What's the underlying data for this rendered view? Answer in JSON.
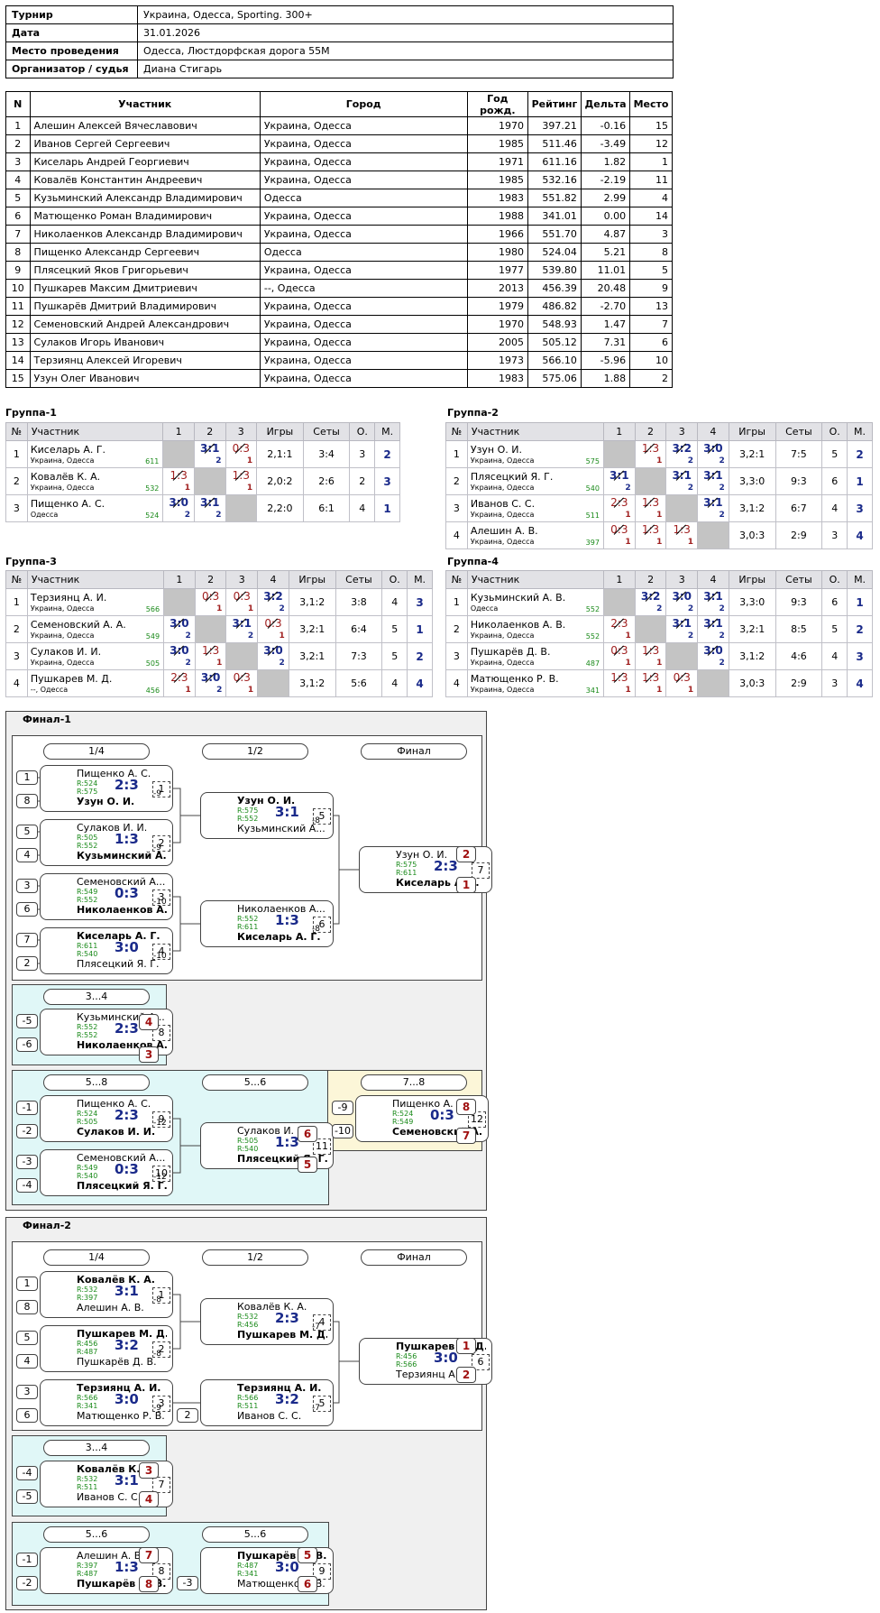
{
  "info": [
    {
      "k": "Турнир",
      "v": "Украина, Одесса, Sporting. 300+"
    },
    {
      "k": "Дата",
      "v": "31.01.2026"
    },
    {
      "k": "Место проведения",
      "v": "Одесса, Люстдорфская дорога 55М"
    },
    {
      "k": "Организатор / судья",
      "v": "Диана Стигарь"
    }
  ],
  "participants": {
    "headers": [
      "N",
      "Участник",
      "Город",
      "Год рожд.",
      "Рейтинг",
      "Дельта",
      "Место"
    ],
    "rows": [
      [
        "1",
        "Алешин Алексей Вячеславович",
        "Украина, Одесса",
        "1970",
        "397.21",
        "-0.16",
        "15"
      ],
      [
        "2",
        "Иванов Сергей Сергеевич",
        "Украина, Одесса",
        "1985",
        "511.46",
        "-3.49",
        "12"
      ],
      [
        "3",
        "Киселарь Андрей Георгиевич",
        "Украина, Одесса",
        "1971",
        "611.16",
        "1.82",
        "1"
      ],
      [
        "4",
        "Ковалёв Константин Андреевич",
        "Украина, Одесса",
        "1985",
        "532.16",
        "-2.19",
        "11"
      ],
      [
        "5",
        "Кузьминский Александр Владимирович",
        "Одесса",
        "1983",
        "551.82",
        "2.99",
        "4"
      ],
      [
        "6",
        "Матющенко Роман Владимирович",
        "Украина, Одесса",
        "1988",
        "341.01",
        "0.00",
        "14"
      ],
      [
        "7",
        "Николаенков Александр Владимирович",
        "Украина, Одесса",
        "1966",
        "551.70",
        "4.87",
        "3"
      ],
      [
        "8",
        "Пищенко Александр Сергеевич",
        "Одесса",
        "1980",
        "524.04",
        "5.21",
        "8"
      ],
      [
        "9",
        "Плясецкий Яков Григорьевич",
        "Украина, Одесса",
        "1977",
        "539.80",
        "11.01",
        "5"
      ],
      [
        "10",
        "Пушкарев Максим Дмитриевич",
        "--, Одесса",
        "2013",
        "456.39",
        "20.48",
        "9"
      ],
      [
        "11",
        "Пушкарёв Дмитрий Владимирович",
        "Украина, Одесса",
        "1979",
        "486.82",
        "-2.70",
        "13"
      ],
      [
        "12",
        "Семеновский Андрей Александрович",
        "Украина, Одесса",
        "1970",
        "548.93",
        "1.47",
        "7"
      ],
      [
        "13",
        "Сулаков Игорь Иванович",
        "Украина, Одесса",
        "2005",
        "505.12",
        "7.31",
        "6"
      ],
      [
        "14",
        "Терзиянц Алексей Игоревич",
        "Украина, Одесса",
        "1973",
        "566.10",
        "-5.96",
        "10"
      ],
      [
        "15",
        "Узун Олег Иванович",
        "Украина, Одесса",
        "1983",
        "575.06",
        "1.88",
        "2"
      ]
    ]
  },
  "group_headers": {
    "no": "№",
    "name": "Участник",
    "games": "Игры",
    "sets": "Сеты",
    "pts": "О.",
    "place": "М."
  },
  "groups": [
    {
      "title": "Группа-1",
      "players": [
        {
          "n": "1",
          "name": "Киселарь А. Г.",
          "city": "Украина, Одесса",
          "r": "611",
          "cells": [
            null,
            [
              "3:1",
              "2",
              "w"
            ],
            [
              "0:3",
              "1",
              "l"
            ]
          ],
          "games": "2,1:1",
          "sets": "3:4",
          "pts": "3",
          "place": "2"
        },
        {
          "n": "2",
          "name": "Ковалёв К. А.",
          "city": "Украина, Одесса",
          "r": "532",
          "cells": [
            [
              "1:3",
              "1",
              "l"
            ],
            null,
            [
              "1:3",
              "1",
              "l"
            ]
          ],
          "games": "2,0:2",
          "sets": "2:6",
          "pts": "2",
          "place": "3"
        },
        {
          "n": "3",
          "name": "Пищенко А. С.",
          "city": "Одесса",
          "r": "524",
          "cells": [
            [
              "3:0",
              "2",
              "w"
            ],
            [
              "3:1",
              "2",
              "w"
            ],
            null
          ],
          "games": "2,2:0",
          "sets": "6:1",
          "pts": "4",
          "place": "1"
        }
      ]
    },
    {
      "title": "Группа-2",
      "players": [
        {
          "n": "1",
          "name": "Узун О. И.",
          "city": "Украина, Одесса",
          "r": "575",
          "cells": [
            null,
            [
              "1:3",
              "1",
              "l"
            ],
            [
              "3:2",
              "2",
              "w"
            ],
            [
              "3:0",
              "2",
              "w"
            ]
          ],
          "games": "3,2:1",
          "sets": "7:5",
          "pts": "5",
          "place": "2"
        },
        {
          "n": "2",
          "name": "Плясецкий Я. Г.",
          "city": "Украина, Одесса",
          "r": "540",
          "cells": [
            [
              "3:1",
              "2",
              "w"
            ],
            null,
            [
              "3:1",
              "2",
              "w"
            ],
            [
              "3:1",
              "2",
              "w"
            ]
          ],
          "games": "3,3:0",
          "sets": "9:3",
          "pts": "6",
          "place": "1"
        },
        {
          "n": "3",
          "name": "Иванов С. С.",
          "city": "Украина, Одесса",
          "r": "511",
          "cells": [
            [
              "2:3",
              "1",
              "l"
            ],
            [
              "1:3",
              "1",
              "l"
            ],
            null,
            [
              "3:1",
              "2",
              "w"
            ]
          ],
          "games": "3,1:2",
          "sets": "6:7",
          "pts": "4",
          "place": "3"
        },
        {
          "n": "4",
          "name": "Алешин А. В.",
          "city": "Украина, Одесса",
          "r": "397",
          "cells": [
            [
              "0:3",
              "1",
              "l"
            ],
            [
              "1:3",
              "1",
              "l"
            ],
            [
              "1:3",
              "1",
              "l"
            ],
            null
          ],
          "games": "3,0:3",
          "sets": "2:9",
          "pts": "3",
          "place": "4"
        }
      ]
    },
    {
      "title": "Группа-3",
      "players": [
        {
          "n": "1",
          "name": "Терзиянц А. И.",
          "city": "Украина, Одесса",
          "r": "566",
          "cells": [
            null,
            [
              "0:3",
              "1",
              "l"
            ],
            [
              "0:3",
              "1",
              "l"
            ],
            [
              "3:2",
              "2",
              "w"
            ]
          ],
          "games": "3,1:2",
          "sets": "3:8",
          "pts": "4",
          "place": "3"
        },
        {
          "n": "2",
          "name": "Семеновский А. А.",
          "city": "Украина, Одесса",
          "r": "549",
          "cells": [
            [
              "3:0",
              "2",
              "w"
            ],
            null,
            [
              "3:1",
              "2",
              "w"
            ],
            [
              "0:3",
              "1",
              "l"
            ]
          ],
          "games": "3,2:1",
          "sets": "6:4",
          "pts": "5",
          "place": "1"
        },
        {
          "n": "3",
          "name": "Сулаков И. И.",
          "city": "Украина, Одесса",
          "r": "505",
          "cells": [
            [
              "3:0",
              "2",
              "w"
            ],
            [
              "1:3",
              "1",
              "l"
            ],
            null,
            [
              "3:0",
              "2",
              "w"
            ]
          ],
          "games": "3,2:1",
          "sets": "7:3",
          "pts": "5",
          "place": "2"
        },
        {
          "n": "4",
          "name": "Пушкарев М. Д.",
          "city": "--, Одесса",
          "r": "456",
          "cells": [
            [
              "2:3",
              "1",
              "l"
            ],
            [
              "3:0",
              "2",
              "w"
            ],
            [
              "0:3",
              "1",
              "l"
            ],
            null
          ],
          "games": "3,1:2",
          "sets": "5:6",
          "pts": "4",
          "place": "4"
        }
      ]
    },
    {
      "title": "Группа-4",
      "players": [
        {
          "n": "1",
          "name": "Кузьминский А. В.",
          "city": "Одесса",
          "r": "552",
          "cells": [
            null,
            [
              "3:2",
              "2",
              "w"
            ],
            [
              "3:0",
              "2",
              "w"
            ],
            [
              "3:1",
              "2",
              "w"
            ]
          ],
          "games": "3,3:0",
          "sets": "9:3",
          "pts": "6",
          "place": "1"
        },
        {
          "n": "2",
          "name": "Николаенков А. В.",
          "city": "Украина, Одесса",
          "r": "552",
          "cells": [
            [
              "2:3",
              "1",
              "l"
            ],
            null,
            [
              "3:1",
              "2",
              "w"
            ],
            [
              "3:1",
              "2",
              "w"
            ]
          ],
          "games": "3,2:1",
          "sets": "8:5",
          "pts": "5",
          "place": "2"
        },
        {
          "n": "3",
          "name": "Пушкарёв Д. В.",
          "city": "Украина, Одесса",
          "r": "487",
          "cells": [
            [
              "0:3",
              "1",
              "l"
            ],
            [
              "1:3",
              "1",
              "l"
            ],
            null,
            [
              "3:0",
              "2",
              "w"
            ]
          ],
          "games": "3,1:2",
          "sets": "4:6",
          "pts": "4",
          "place": "3"
        },
        {
          "n": "4",
          "name": "Матющенко Р. В.",
          "city": "Украина, Одесса",
          "r": "341",
          "cells": [
            [
              "1:3",
              "1",
              "l"
            ],
            [
              "1:3",
              "1",
              "l"
            ],
            [
              "0:3",
              "1",
              "l"
            ],
            null
          ],
          "games": "3,0:3",
          "sets": "2:9",
          "pts": "3",
          "place": "4"
        }
      ]
    }
  ],
  "final1": {
    "title": "Финал-1",
    "rounds": [
      "1/4",
      "1/2",
      "Финал"
    ],
    "sub34": "3...4",
    "sub58": "5...8",
    "sub56": "5...6",
    "sub78": "7...8",
    "matches": [
      {
        "id": "m1",
        "p1": "Пищенко А. С.",
        "p2": "Узун О. И.",
        "b": 2,
        "r1": "R:524",
        "r2": "R:575",
        "s": "2:3",
        "n": "1"
      },
      {
        "id": "m2",
        "p1": "Сулаков И. И.",
        "p2": "Кузьминский А...",
        "b": 2,
        "r1": "R:505",
        "r2": "R:552",
        "s": "1:3",
        "n": "2"
      },
      {
        "id": "m3",
        "p1": "Семеновский А...",
        "p2": "Николаенков А...",
        "b": 2,
        "r1": "R:549",
        "r2": "R:552",
        "s": "0:3",
        "n": "3"
      },
      {
        "id": "m4",
        "p1": "Киселарь А. Г.",
        "p2": "Плясецкий Я. Г.",
        "b": 1,
        "r1": "R:611",
        "r2": "R:540",
        "s": "3:0",
        "n": "4"
      },
      {
        "id": "m5",
        "p1": "Узун О. И.",
        "p2": "Кузьминский А...",
        "b": 1,
        "r1": "R:575",
        "r2": "R:552",
        "s": "3:1",
        "n": "5"
      },
      {
        "id": "m6",
        "p1": "Николаенков А...",
        "p2": "Киселарь А. Г.",
        "b": 2,
        "r1": "R:552",
        "r2": "R:611",
        "s": "1:3",
        "n": "6"
      },
      {
        "id": "m7",
        "p1": "Узун О. И.",
        "p2": "Киселарь А. Г.",
        "b": 2,
        "r1": "R:575",
        "r2": "R:611",
        "s": "2:3",
        "n": "7"
      },
      {
        "id": "m8",
        "p1": "Кузьминский А...",
        "p2": "Николаенков А...",
        "b": 2,
        "r1": "R:552",
        "r2": "R:552",
        "s": "2:3",
        "n": "8"
      },
      {
        "id": "m9",
        "p1": "Пищенко А. С.",
        "p2": "Сулаков И. И.",
        "b": 2,
        "r1": "R:524",
        "r2": "R:505",
        "s": "2:3",
        "n": "9"
      },
      {
        "id": "m10",
        "p1": "Семеновский А...",
        "p2": "Плясецкий Я. Г.",
        "b": 2,
        "r1": "R:549",
        "r2": "R:540",
        "s": "0:3",
        "n": "10"
      },
      {
        "id": "m11",
        "p1": "Сулаков И. И.",
        "p2": "Плясецкий Я. Г.",
        "b": 2,
        "r1": "R:505",
        "r2": "R:540",
        "s": "1:3",
        "n": "11"
      },
      {
        "id": "m12",
        "p1": "Пищенко А. С.",
        "p2": "Семеновский А...",
        "b": 2,
        "r1": "R:524",
        "r2": "R:549",
        "s": "0:3",
        "n": "12"
      }
    ],
    "seeds": {
      "s1": "1",
      "s2": "8",
      "s3": "5",
      "s4": "4",
      "s5": "3",
      "s6": "6",
      "s7": "7",
      "s8": "2",
      "s9": "-5",
      "s10": "-6",
      "s11": "-1",
      "s12": "-2",
      "s13": "-3",
      "s14": "-4",
      "s15": "-9",
      "s16": "-10"
    },
    "tags": {
      "t1": "-9",
      "t2": "-9",
      "t3": "-10",
      "t4": "-10",
      "t5": "-8",
      "t6": "-8",
      "t7": "-12",
      "t8": "-12"
    },
    "ranks": {
      "k1": "2",
      "k2": "1",
      "k3": "4",
      "k4": "3",
      "k5": "6",
      "k6": "5",
      "k7": "8",
      "k8": "7"
    }
  },
  "final2": {
    "title": "Финал-2",
    "rounds": [
      "1/4",
      "1/2",
      "Финал"
    ],
    "sub34": "3...4",
    "sub56": "5...6",
    "sub56b": "5...6",
    "matches": [
      {
        "id": "n1",
        "p1": "Ковалёв К. А.",
        "p2": "Алешин А. В.",
        "b": 1,
        "r1": "R:532",
        "r2": "R:397",
        "s": "3:1",
        "n": "1"
      },
      {
        "id": "n2",
        "p1": "Пушкарев М. Д.",
        "p2": "Пушкарёв Д. В.",
        "b": 1,
        "r1": "R:456",
        "r2": "R:487",
        "s": "3:2",
        "n": "2"
      },
      {
        "id": "n3",
        "p1": "Терзиянц А. И.",
        "p2": "Матющенко Р. В.",
        "b": 1,
        "r1": "R:566",
        "r2": "R:341",
        "s": "3:0",
        "n": "3"
      },
      {
        "id": "n4",
        "p1": "Ковалёв К. А.",
        "p2": "Пушкарев М. Д.",
        "b": 2,
        "r1": "R:532",
        "r2": "R:456",
        "s": "2:3",
        "n": "4"
      },
      {
        "id": "n5",
        "p1": "Терзиянц А. И.",
        "p2": "Иванов С. С.",
        "b": 1,
        "r1": "R:566",
        "r2": "R:511",
        "s": "3:2",
        "n": "5"
      },
      {
        "id": "n6",
        "p1": "Пушкарев М. Д.",
        "p2": "Терзиянц А. И.",
        "b": 1,
        "r1": "R:456",
        "r2": "R:566",
        "s": "3:0",
        "n": "6"
      },
      {
        "id": "n7",
        "p1": "Ковалёв К. А.",
        "p2": "Иванов С. С.",
        "b": 1,
        "r1": "R:532",
        "r2": "R:511",
        "s": "3:1",
        "n": "7"
      },
      {
        "id": "n8",
        "p1": "Алешин А. В.",
        "p2": "Пушкарёв Д. В.",
        "b": 2,
        "r1": "R:397",
        "r2": "R:487",
        "s": "1:3",
        "n": "8"
      },
      {
        "id": "n9",
        "p1": "Пушкарёв Д. В.",
        "p2": "Матющенко Р. В.",
        "b": 1,
        "r1": "R:487",
        "r2": "R:341",
        "s": "3:0",
        "n": "9"
      }
    ],
    "seeds": {
      "s1": "1",
      "s2": "8",
      "s3": "5",
      "s4": "4",
      "s5": "3",
      "s6": "6",
      "s7": "2",
      "s8": "-4",
      "s9": "-5",
      "s10": "-1",
      "s11": "-2",
      "s12": "-3"
    },
    "tags": {
      "t1": "-8",
      "t2": "-8",
      "t3": "-9",
      "t4": "-7",
      "t5": "-7"
    },
    "ranks": {
      "k1": "1",
      "k2": "2",
      "k3": "3",
      "k4": "4",
      "k5": "7",
      "k6": "8",
      "k7": "5",
      "k8": "6"
    }
  }
}
